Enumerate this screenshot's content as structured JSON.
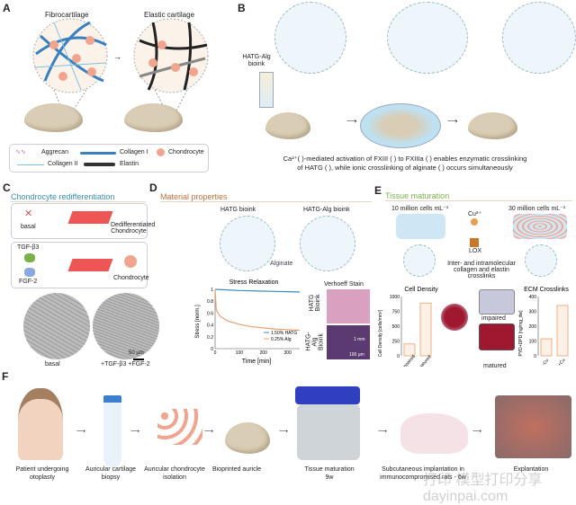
{
  "panels": {
    "A": {
      "label": "A",
      "left_title": "Fibrocartilage",
      "right_title": "Elastic cartilage",
      "legend": [
        "Aggrecan",
        "Collagen I",
        "Chondrocyte",
        "Collagen II",
        "Elastin"
      ],
      "colors": {
        "collagen1": "#3a7fc0",
        "collagen2": "#7fbfe0",
        "elastin": "#333333",
        "chondrocyte": "#f2a58e",
        "aggrecan": "#d36aa0"
      }
    },
    "B": {
      "label": "B",
      "bioink_label": "HATG-Alg bioink",
      "caption_line1": "Ca²⁺( )-mediated activation of FXIII ( ) to FXIIIa ( ) enables enzymatic crosslinking",
      "caption_line2": "of HATG ( ), while ionic crosslinking of alginate ( ) occurs simultaneously"
    },
    "C": {
      "label": "C",
      "title": "Chondrocyte redifferentiation",
      "title_color": "#3a8fb7",
      "row1": {
        "condition": "basal",
        "result": "Dedifferentiated Chondrocyte"
      },
      "row2": {
        "factor1": "TGF-β3",
        "factor2": "FGF-2",
        "result": "Chondrocyte"
      },
      "photo_labels": [
        "basal",
        "+TGF-β3 +FGF-2"
      ],
      "scale_bar": "50 µm"
    },
    "D": {
      "label": "D",
      "title": "Material properties",
      "title_color": "#c0703a",
      "left_title": "HATG bioink",
      "right_title": "HATG-Alg bioink",
      "arrow_label": "Alginate",
      "stain_title": "Verhoeff Stain",
      "stain_rows": [
        "HATG Bioink",
        "HATG-Alg Bioink"
      ],
      "stain_scale": "1 mm",
      "stain_scale2": "100 µm"
    },
    "E": {
      "label": "E",
      "title": "Tissue maturation",
      "title_color": "#7ab04a",
      "left_density": "10 million cells mL⁻¹",
      "right_density": "30 million cells mL⁻¹",
      "reagent1": "Cu²⁺",
      "reagent2": "LOX",
      "crosslink_text": "Inter- and intramolecular collagen and elastin crosslinks",
      "histo_labels": [
        "impaired",
        "matured"
      ]
    },
    "F": {
      "label": "F",
      "steps": [
        {
          "line1": "Patient undergoing",
          "line2": "otoplasty"
        },
        {
          "line1": "Auricular cartilage",
          "line2": "biopsy"
        },
        {
          "line1": "Auricular chondrocyte",
          "line2": "isolation"
        },
        {
          "line1": "Bioprinted auricle",
          "line2": ""
        },
        {
          "line1": "Tissue maturation",
          "line2": "9w"
        },
        {
          "line1": "Subcutaneous implantation in",
          "line2": "immunocompromised rats - 6w"
        },
        {
          "line1": "Explantation",
          "line2": ""
        }
      ]
    }
  },
  "watermark": "打印 模型打印分享 dayinpai.com",
  "chart_data": [
    {
      "type": "line",
      "title": "Stress Relaxation",
      "xlabel": "Time [min]",
      "ylabel": "Stress [norm.]",
      "xlim": [
        0,
        350
      ],
      "ylim": [
        0,
        1
      ],
      "xticks": [
        0,
        100,
        200,
        300
      ],
      "yticks": [
        0,
        0.2,
        0.4,
        0.6,
        0.8,
        1
      ],
      "legend": "bottom-right",
      "series": [
        {
          "name": "1.50% HATG",
          "color": "#3a8fc0",
          "x": [
            0,
            50,
            100,
            150,
            200,
            250,
            300,
            350
          ],
          "y": [
            1,
            0.99,
            0.98,
            0.975,
            0.97,
            0.965,
            0.96,
            0.955
          ]
        },
        {
          "name": "0.25% Alg",
          "color": "#e8a070",
          "x": [
            0,
            5,
            20,
            50,
            100,
            150,
            200,
            250,
            300,
            350
          ],
          "y": [
            1,
            0.65,
            0.55,
            0.47,
            0.41,
            0.37,
            0.35,
            0.33,
            0.32,
            0.31
          ]
        }
      ]
    },
    {
      "type": "bar",
      "title": "Cell Density",
      "ylabel": "Cell Density [cells/mm²]",
      "categories": [
        "impaired",
        "matured"
      ],
      "values": [
        200,
        890
      ],
      "ylim": [
        0,
        1000
      ],
      "yticks": [
        0,
        250,
        500,
        750,
        1000
      ],
      "color": "#e8a070"
    },
    {
      "type": "bar",
      "title": "ECM Crosslinks",
      "ylabel": "PYD+DPD [ng/mg_dw]",
      "categories": [
        "-Cu",
        "+Cu"
      ],
      "values": [
        115,
        340
      ],
      "ylim": [
        0,
        400
      ],
      "yticks": [
        0,
        100,
        200,
        300,
        400
      ],
      "color": "#e8a070"
    }
  ]
}
